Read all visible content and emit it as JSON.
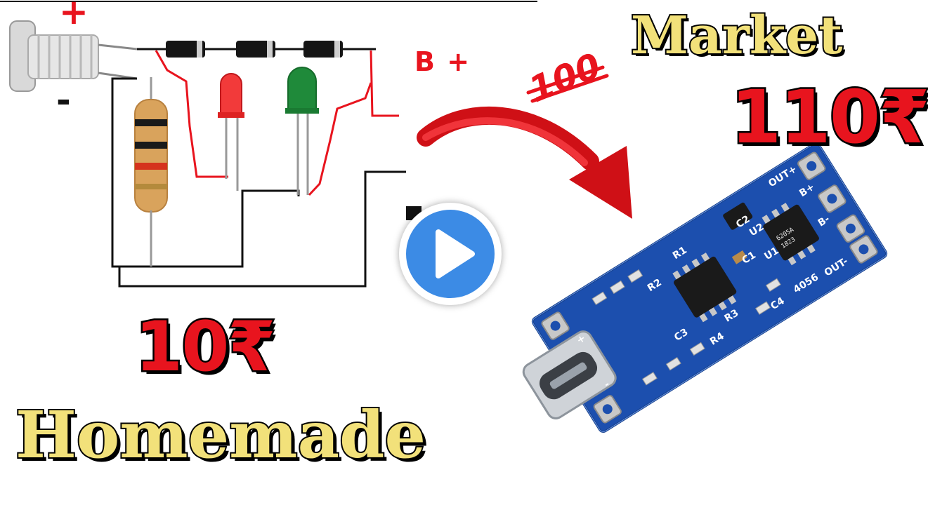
{
  "thumbnail": {
    "labels": {
      "plus": "+",
      "minus": "-",
      "b_plus": "B +",
      "hundred": "100"
    },
    "market": {
      "title": "Market",
      "price": "110₹"
    },
    "homemade": {
      "title": "Homemade",
      "price": "10₹"
    },
    "board": {
      "silk_labels": [
        "OUT+",
        "B+",
        "B-",
        "OUT-",
        "4056",
        "R1",
        "R2",
        "R3",
        "R4",
        "C1",
        "C2",
        "C3",
        "C4",
        "U1",
        "U2"
      ]
    }
  },
  "colors": {
    "price_red": "#e8141e",
    "title_yellow": "#f2e17a",
    "wire_black": "#111111",
    "wire_red": "#e8141e",
    "pcb_blue": "#1c4fae",
    "play_blue": "#3c8be5"
  },
  "icons": {
    "play": "play-icon",
    "arrow": "curved-arrow-icon",
    "hundred": "hundred-points-emoji"
  }
}
